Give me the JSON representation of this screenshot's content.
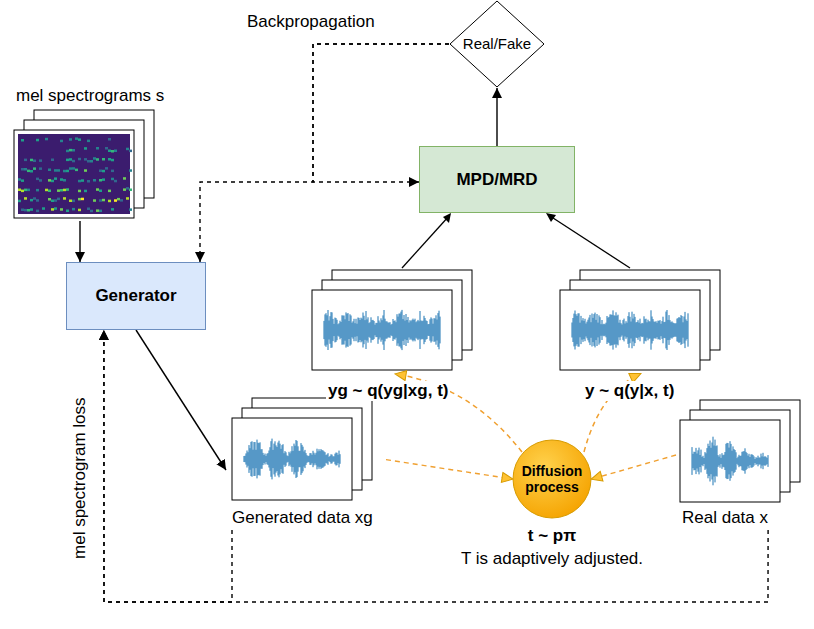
{
  "diagram": {
    "nodes": [
      {
        "text": [
          "Real/Fake"
        ]
      },
      {
        "text": [
          "mel spectrograms s"
        ]
      },
      {
        "text": [
          "MPD/MRD"
        ]
      },
      {
        "text": [
          "Generator"
        ]
      },
      {
        "text": [
          "Generated data xg"
        ]
      },
      {
        "text": [
          "Diffusion process"
        ]
      },
      {
        "text": [
          "Real data x"
        ]
      }
    ],
    "edges": [
      {
        "from": 1,
        "to": 3,
        "arrow": "to"
      },
      {
        "from": 3,
        "to": 4,
        "arrow": "to"
      },
      {
        "from": 4,
        "to": 5,
        "arrow": "to"
      },
      {
        "from": 6,
        "to": 5,
        "arrow": "to"
      },
      {
        "from": 2,
        "to": 0,
        "arrow": "to"
      },
      {
        "from": 0,
        "to": 2,
        "arrow": "to"
      },
      {
        "from": 0,
        "to": 3,
        "arrow": "to"
      },
      {
        "from": 4,
        "to": 3,
        "arrow": "to"
      },
      {
        "from": 6,
        "to": 3,
        "arrow": "to"
      }
    ],
    "labels": [
      "Backpropagation",
      "yg ~ q(yg|xg, t)",
      "y ~ q(y|x, t)",
      "t ~ pπ",
      "T is adaptively adjusted.",
      "mel spectrogram loss"
    ]
  }
}
